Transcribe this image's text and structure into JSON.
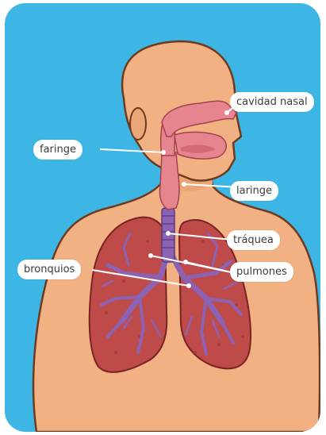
{
  "colors": {
    "background": "#3db6e6",
    "skin": "#f2b183",
    "skin_outline": "#6e3b1e",
    "lung": "#bf4a4a",
    "airway": "#e6858f",
    "bronchi": "#8c63b3"
  },
  "labels": {
    "cavidad_nasal": "cavidad nasal",
    "faringe": "faringe",
    "laringe": "laringe",
    "traquea": "tráquea",
    "pulmones": "pulmones",
    "bronquios": "bronquios"
  }
}
